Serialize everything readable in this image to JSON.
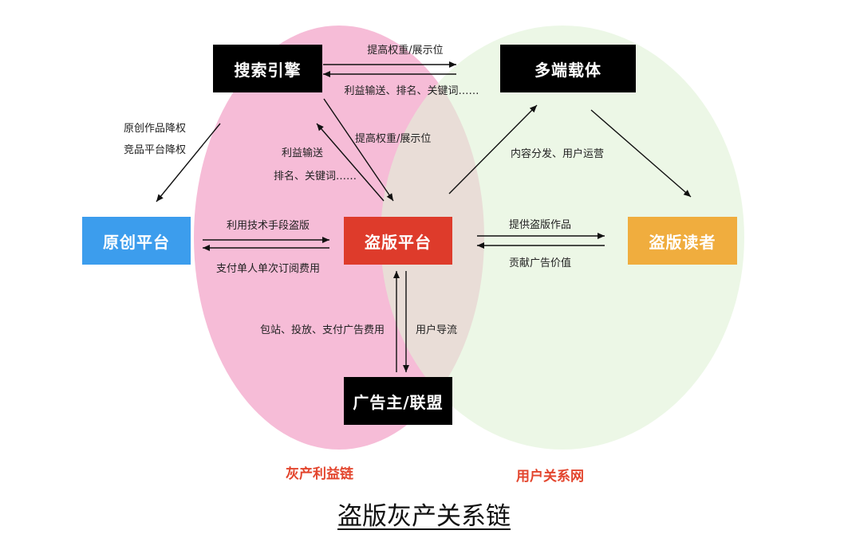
{
  "title": "盗版灰产关系链",
  "circles": {
    "left": {
      "label": "灰产利益链",
      "fill": "#f6bcd7",
      "label_color": "#e3452d"
    },
    "right": {
      "label": "用户关系网",
      "fill": "#e1f2d6",
      "label_color": "#e3452d"
    }
  },
  "nodes": {
    "search_engine": {
      "label": "搜索引擎",
      "color": "#000000"
    },
    "multi_device": {
      "label": "多端载体",
      "color": "#000000"
    },
    "original": {
      "label": "原创平台",
      "color": "#3c9ded"
    },
    "pirate": {
      "label": "盗版平台",
      "color": "#de3b2b"
    },
    "reader": {
      "label": "盗版读者",
      "color": "#f0ad3e"
    },
    "advertiser": {
      "label": "广告主/联盟",
      "color": "#000000"
    }
  },
  "edge_labels": {
    "pirate_to_search_top": "提高权重/展示位",
    "search_to_multi": "利益输送、排名、关键词……",
    "search_to_original_1": "原创作品降权",
    "search_to_original_2": "竞品平台降权",
    "search_to_pirate_diag": "提高权重/展示位",
    "search_to_pirate_1": "利益输送",
    "search_to_pirate_2": "排名、关键词……",
    "multi_to_reader": "内容分发、用户运营",
    "original_to_pirate": "利用技术手段盗版",
    "pirate_to_original": "支付单人单次订阅费用",
    "pirate_to_reader": "提供盗版作品",
    "reader_to_pirate": "贡献广告价值",
    "advertiser_to_pirate": "包站、投放、支付广告费用",
    "pirate_to_advertiser": "用户导流"
  }
}
